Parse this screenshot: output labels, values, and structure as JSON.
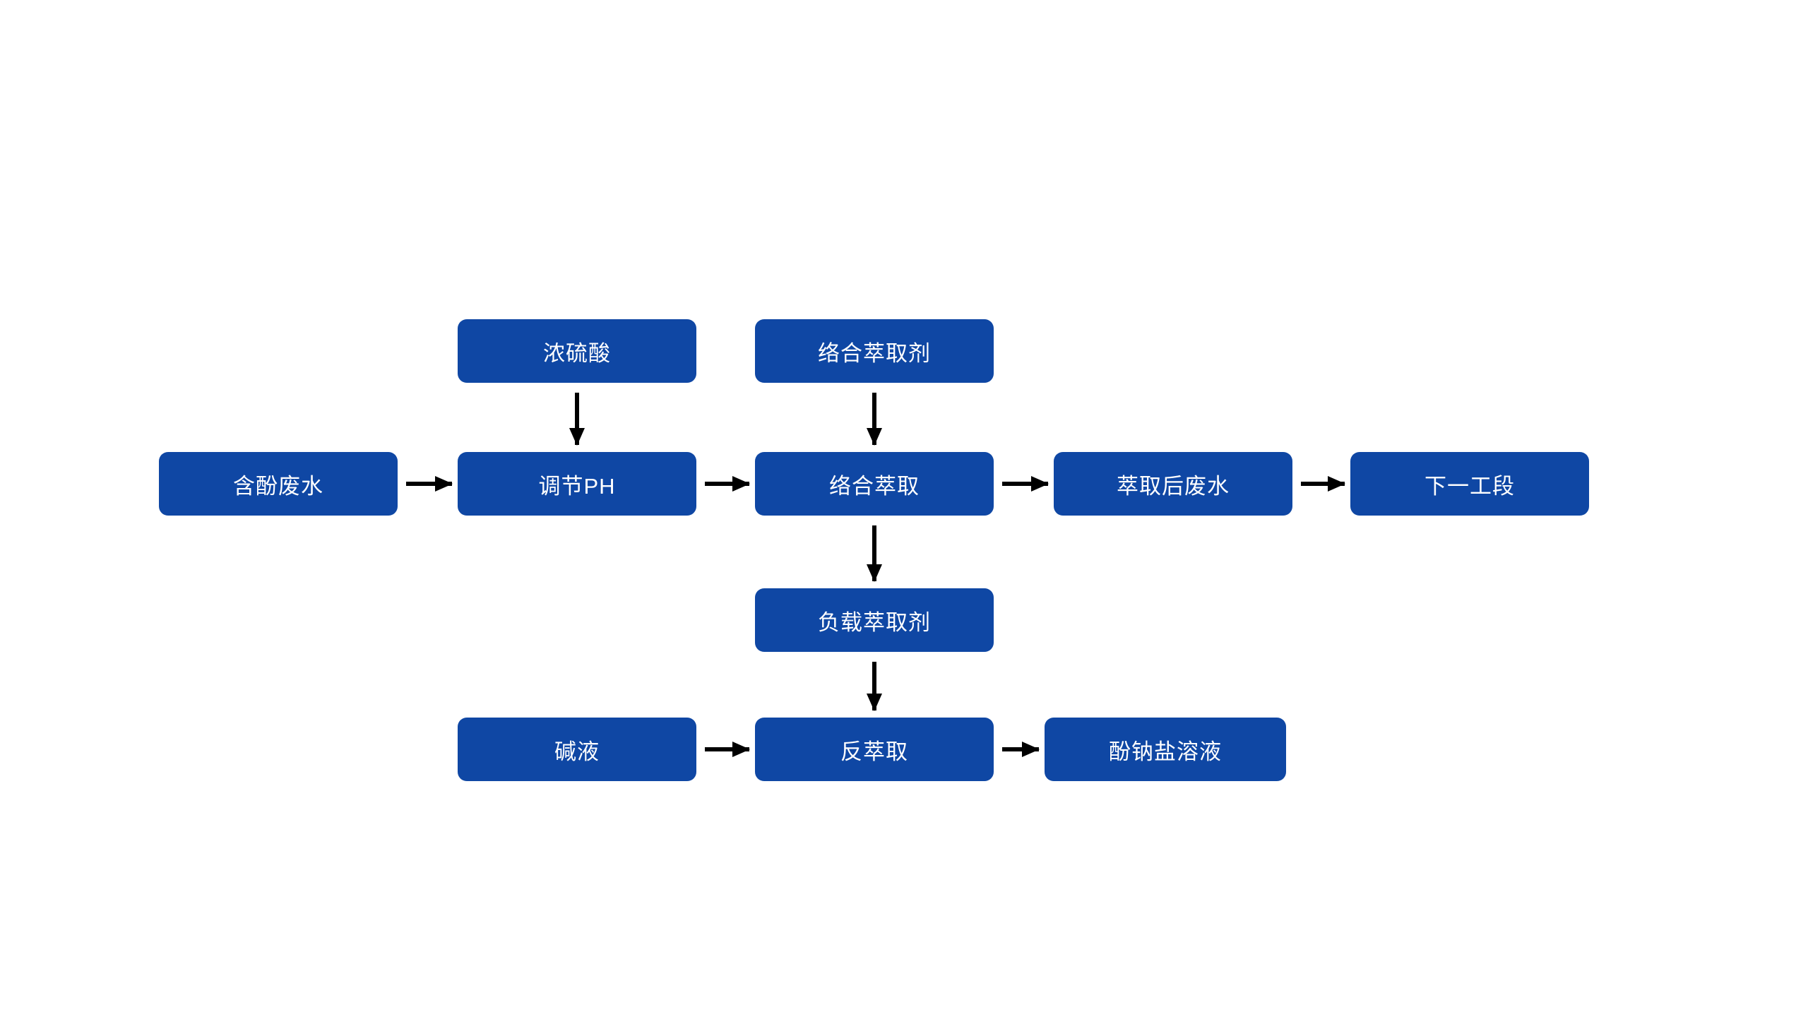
{
  "colors": {
    "page_bg": "#ffffff",
    "node_bg": "#0f47a4",
    "node_text": "#ffffff",
    "arrow": "#000000"
  },
  "diagram": {
    "type": "flowchart",
    "nodes": {
      "sulfuric_acid": {
        "label": "浓硫酸"
      },
      "complex_extractant": {
        "label": "络合萃取剂"
      },
      "phenol_wastewater": {
        "label": "含酚废水"
      },
      "adjust_ph": {
        "label": "调节PH"
      },
      "complex_extraction": {
        "label": "络合萃取"
      },
      "post_extraction_wastewater": {
        "label": "萃取后废水"
      },
      "next_stage": {
        "label": "下一工段"
      },
      "loaded_extractant": {
        "label": "负载萃取剂"
      },
      "alkali_solution": {
        "label": "碱液"
      },
      "back_extraction": {
        "label": "反萃取"
      },
      "sodium_phenolate_solution": {
        "label": "酚钠盐溶液"
      }
    },
    "edges": [
      {
        "from": "sulfuric_acid",
        "to": "adjust_ph",
        "direction": "down"
      },
      {
        "from": "complex_extractant",
        "to": "complex_extraction",
        "direction": "down"
      },
      {
        "from": "phenol_wastewater",
        "to": "adjust_ph",
        "direction": "right"
      },
      {
        "from": "adjust_ph",
        "to": "complex_extraction",
        "direction": "right"
      },
      {
        "from": "complex_extraction",
        "to": "post_extraction_wastewater",
        "direction": "right"
      },
      {
        "from": "post_extraction_wastewater",
        "to": "next_stage",
        "direction": "right"
      },
      {
        "from": "complex_extraction",
        "to": "loaded_extractant",
        "direction": "down"
      },
      {
        "from": "loaded_extractant",
        "to": "back_extraction",
        "direction": "down"
      },
      {
        "from": "alkali_solution",
        "to": "back_extraction",
        "direction": "right"
      },
      {
        "from": "back_extraction",
        "to": "sodium_phenolate_solution",
        "direction": "right"
      }
    ]
  }
}
